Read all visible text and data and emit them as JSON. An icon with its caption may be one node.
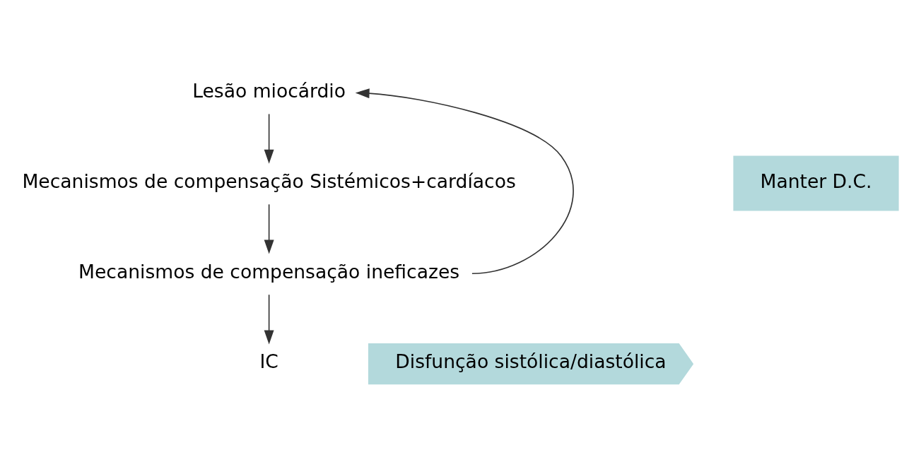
{
  "diagram": {
    "nodes": [
      {
        "text": [
          "Lesão miocárdio"
        ]
      },
      {
        "text": [
          "Mecanismos de compensação Sistémicos+cardíacos"
        ]
      },
      {
        "text": [
          "Mecanismos de compensação ineficazes"
        ]
      },
      {
        "text": [
          "IC"
        ]
      },
      {
        "text": [
          "Manter D.C."
        ]
      },
      {
        "text": [
          "Disfunção sistólica/diastólica"
        ]
      }
    ],
    "edges": [
      {
        "from": 0,
        "to": 1,
        "arrow": "to"
      },
      {
        "from": 1,
        "to": 2,
        "arrow": "to"
      },
      {
        "from": 2,
        "to": 3,
        "arrow": "to"
      },
      {
        "from": 2,
        "to": 0,
        "arrow": "to"
      }
    ]
  }
}
